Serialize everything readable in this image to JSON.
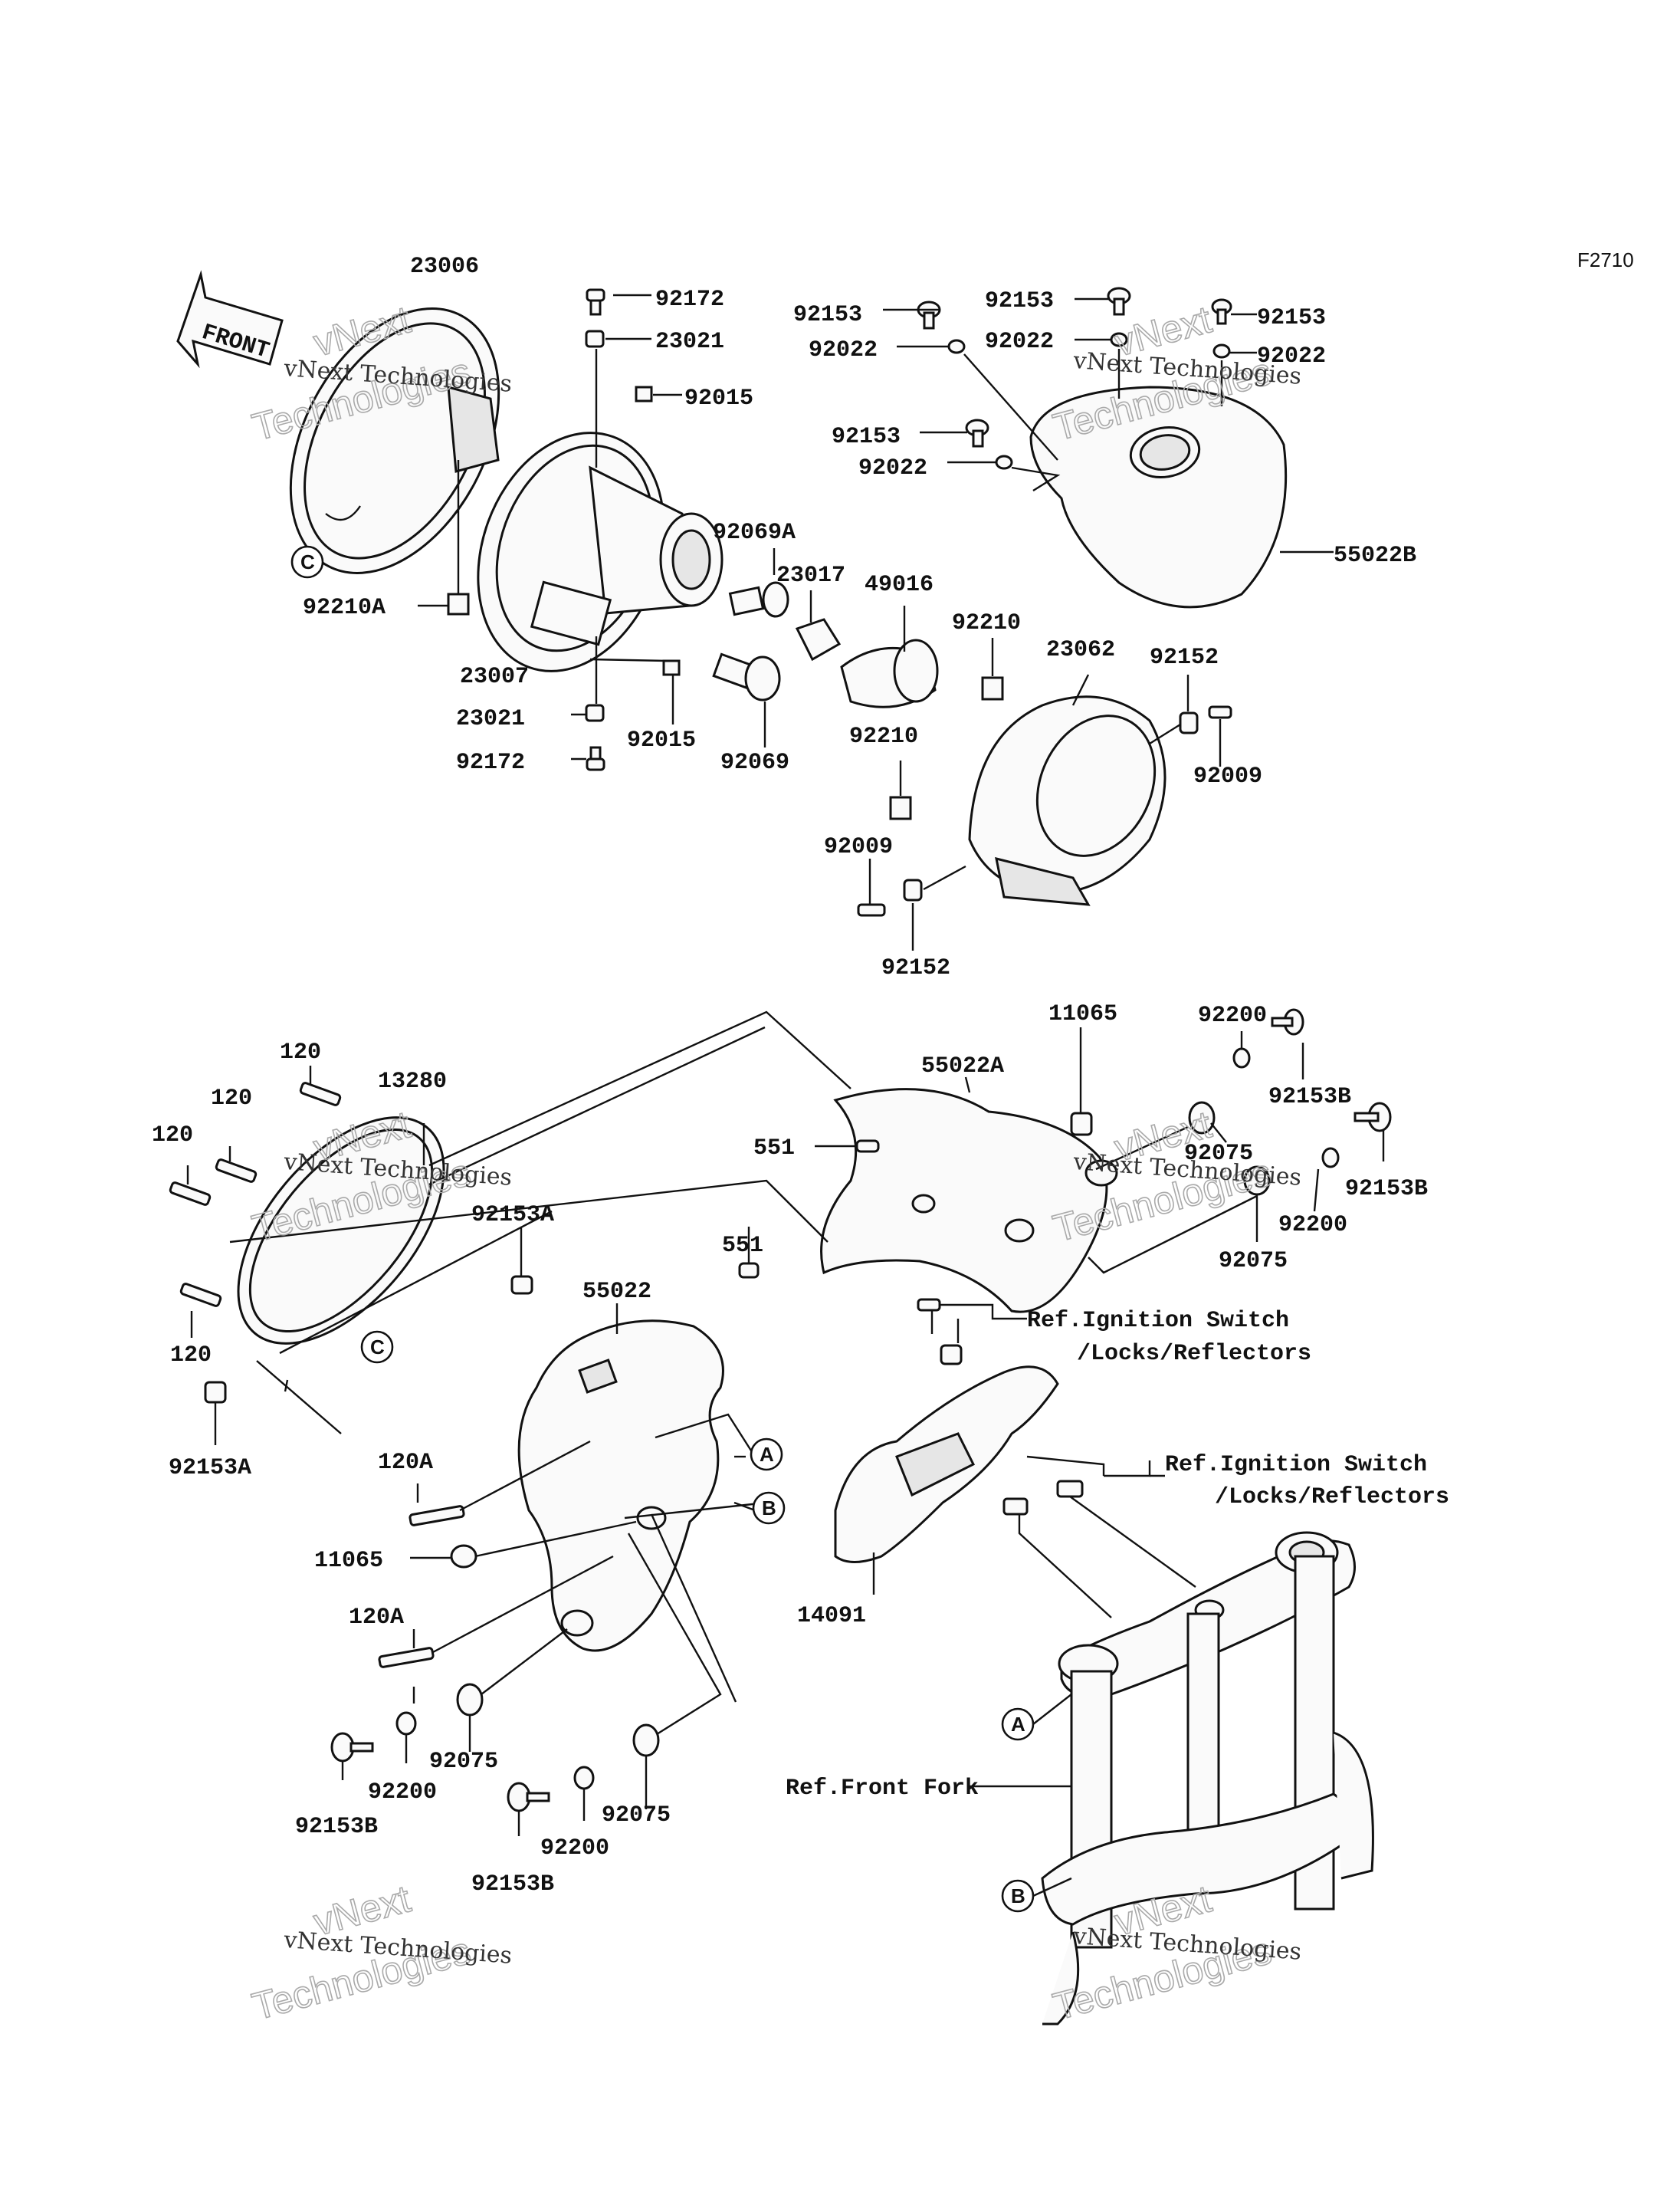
{
  "diagram_code": "F2710",
  "front_arrow_label": "FRONT",
  "watermark": {
    "line1": "vNext Technologies",
    "line2_big": "Technologies",
    "line1_big": "vNext"
  },
  "callouts": {
    "A": "A",
    "B": "B",
    "C": "C"
  },
  "labels": {
    "p23006": "23006",
    "p92172_top": "92172",
    "p23021_top": "23021",
    "p92015_top": "92015",
    "p92153_1": "92153",
    "p92022_1": "92022",
    "p92153_2": "92153",
    "p92022_2": "92022",
    "p92153_3": "92153",
    "p92022_3": "92022",
    "p92153_4": "92153",
    "p92022_4": "92022",
    "p55022B": "55022B",
    "p92069A": "92069A",
    "p23017": "23017",
    "p49016": "49016",
    "p92210A": "92210A",
    "p23007": "23007",
    "p92210_1": "92210",
    "p23062": "23062",
    "p92152_1": "92152",
    "p23021_bot": "23021",
    "p92015_bot": "92015",
    "p92069": "92069",
    "p92009_1": "92009",
    "p92172_bot": "92172",
    "p92210_2": "92210",
    "p92009_2": "92009",
    "p92152_2": "92152",
    "p120_1": "120",
    "p120_2": "120",
    "p120_3": "120",
    "p120_4": "120",
    "p13280": "13280",
    "p92153A_1": "92153A",
    "p92153A_2": "92153A",
    "p55022A": "55022A",
    "p11065_top": "11065",
    "p92200_top": "92200",
    "p92153B_1": "92153B",
    "p551_1": "551",
    "p92075_1": "92075",
    "p92153B_2": "92153B",
    "p92200_2": "92200",
    "p92075_2": "92075",
    "p551_2": "551",
    "p55022": "55022",
    "p120A_1": "120A",
    "p11065_bot": "11065",
    "p120A_2": "120A",
    "p92075_3": "92075",
    "p92200_3": "92200",
    "p92153B_3": "92153B",
    "p92075_4": "92075",
    "p92200_4": "92200",
    "p92153B_4": "92153B",
    "p14091": "14091"
  },
  "refs": {
    "ignition1_line1": "Ref.Ignition Switch",
    "ignition1_line2": "/Locks/Reflectors",
    "ignition2_line1": "Ref.Ignition Switch",
    "ignition2_line2": "/Locks/Reflectors",
    "front_fork": "Ref.Front Fork"
  }
}
